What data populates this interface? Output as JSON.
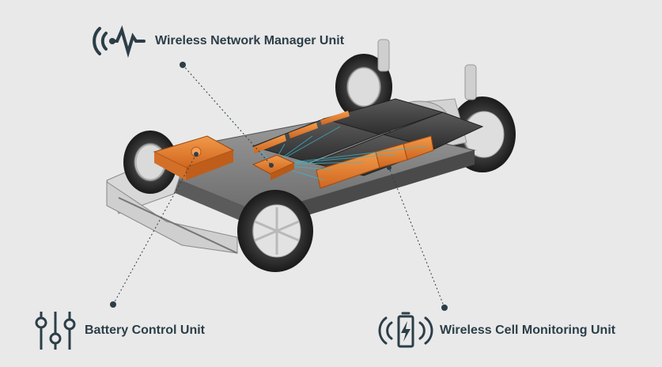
{
  "labels": {
    "wnmu": "Wireless Network Manager Unit",
    "bcu": "Battery Control Unit",
    "wcmu": "Wireless Cell Monitoring Unit"
  },
  "icons": {
    "wnmu": "wireless-pulse-icon",
    "bcu": "control-sliders-icon",
    "wcmu": "wireless-battery-icon"
  },
  "colors": {
    "background": "#e9e9e9",
    "text": "#2c3e48",
    "accent_orange": "#e07a2c",
    "signal": "#3fb6c9"
  }
}
